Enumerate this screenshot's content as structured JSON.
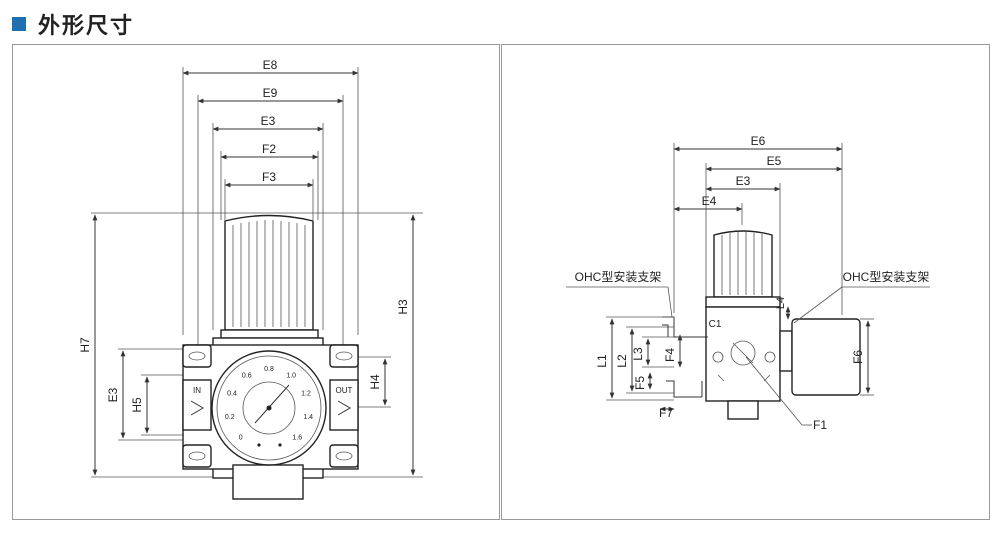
{
  "header": {
    "title": "外形尺寸",
    "accent": "#1f6fb2"
  },
  "front_view": {
    "dims": {
      "E8": "E8",
      "E9": "E9",
      "E3": "E3",
      "F2": "F2",
      "F3": "F3",
      "H7": "H7",
      "H3": "H3",
      "H4": "H4",
      "H5": "H5",
      "E3_side": "E3"
    },
    "ports": {
      "in": "IN",
      "out": "OUT"
    },
    "gauge_outer": [
      "0",
      "0.2",
      "0.4",
      "0.6",
      "0.8",
      "1.0",
      "1.2",
      "1.4",
      "1.6"
    ]
  },
  "side_view": {
    "dims": {
      "E6": "E6",
      "E5": "E5",
      "E3": "E3",
      "E4": "E4",
      "L1": "L1",
      "L2": "L2",
      "L3": "L3",
      "L4": "L4",
      "F4": "F4",
      "F5": "F5",
      "F7": "F7",
      "F6": "F6",
      "F1": "F1",
      "C1": "C1"
    },
    "bracket_left": "OHC型安装支架",
    "bracket_right": "OHC型安装支架"
  }
}
